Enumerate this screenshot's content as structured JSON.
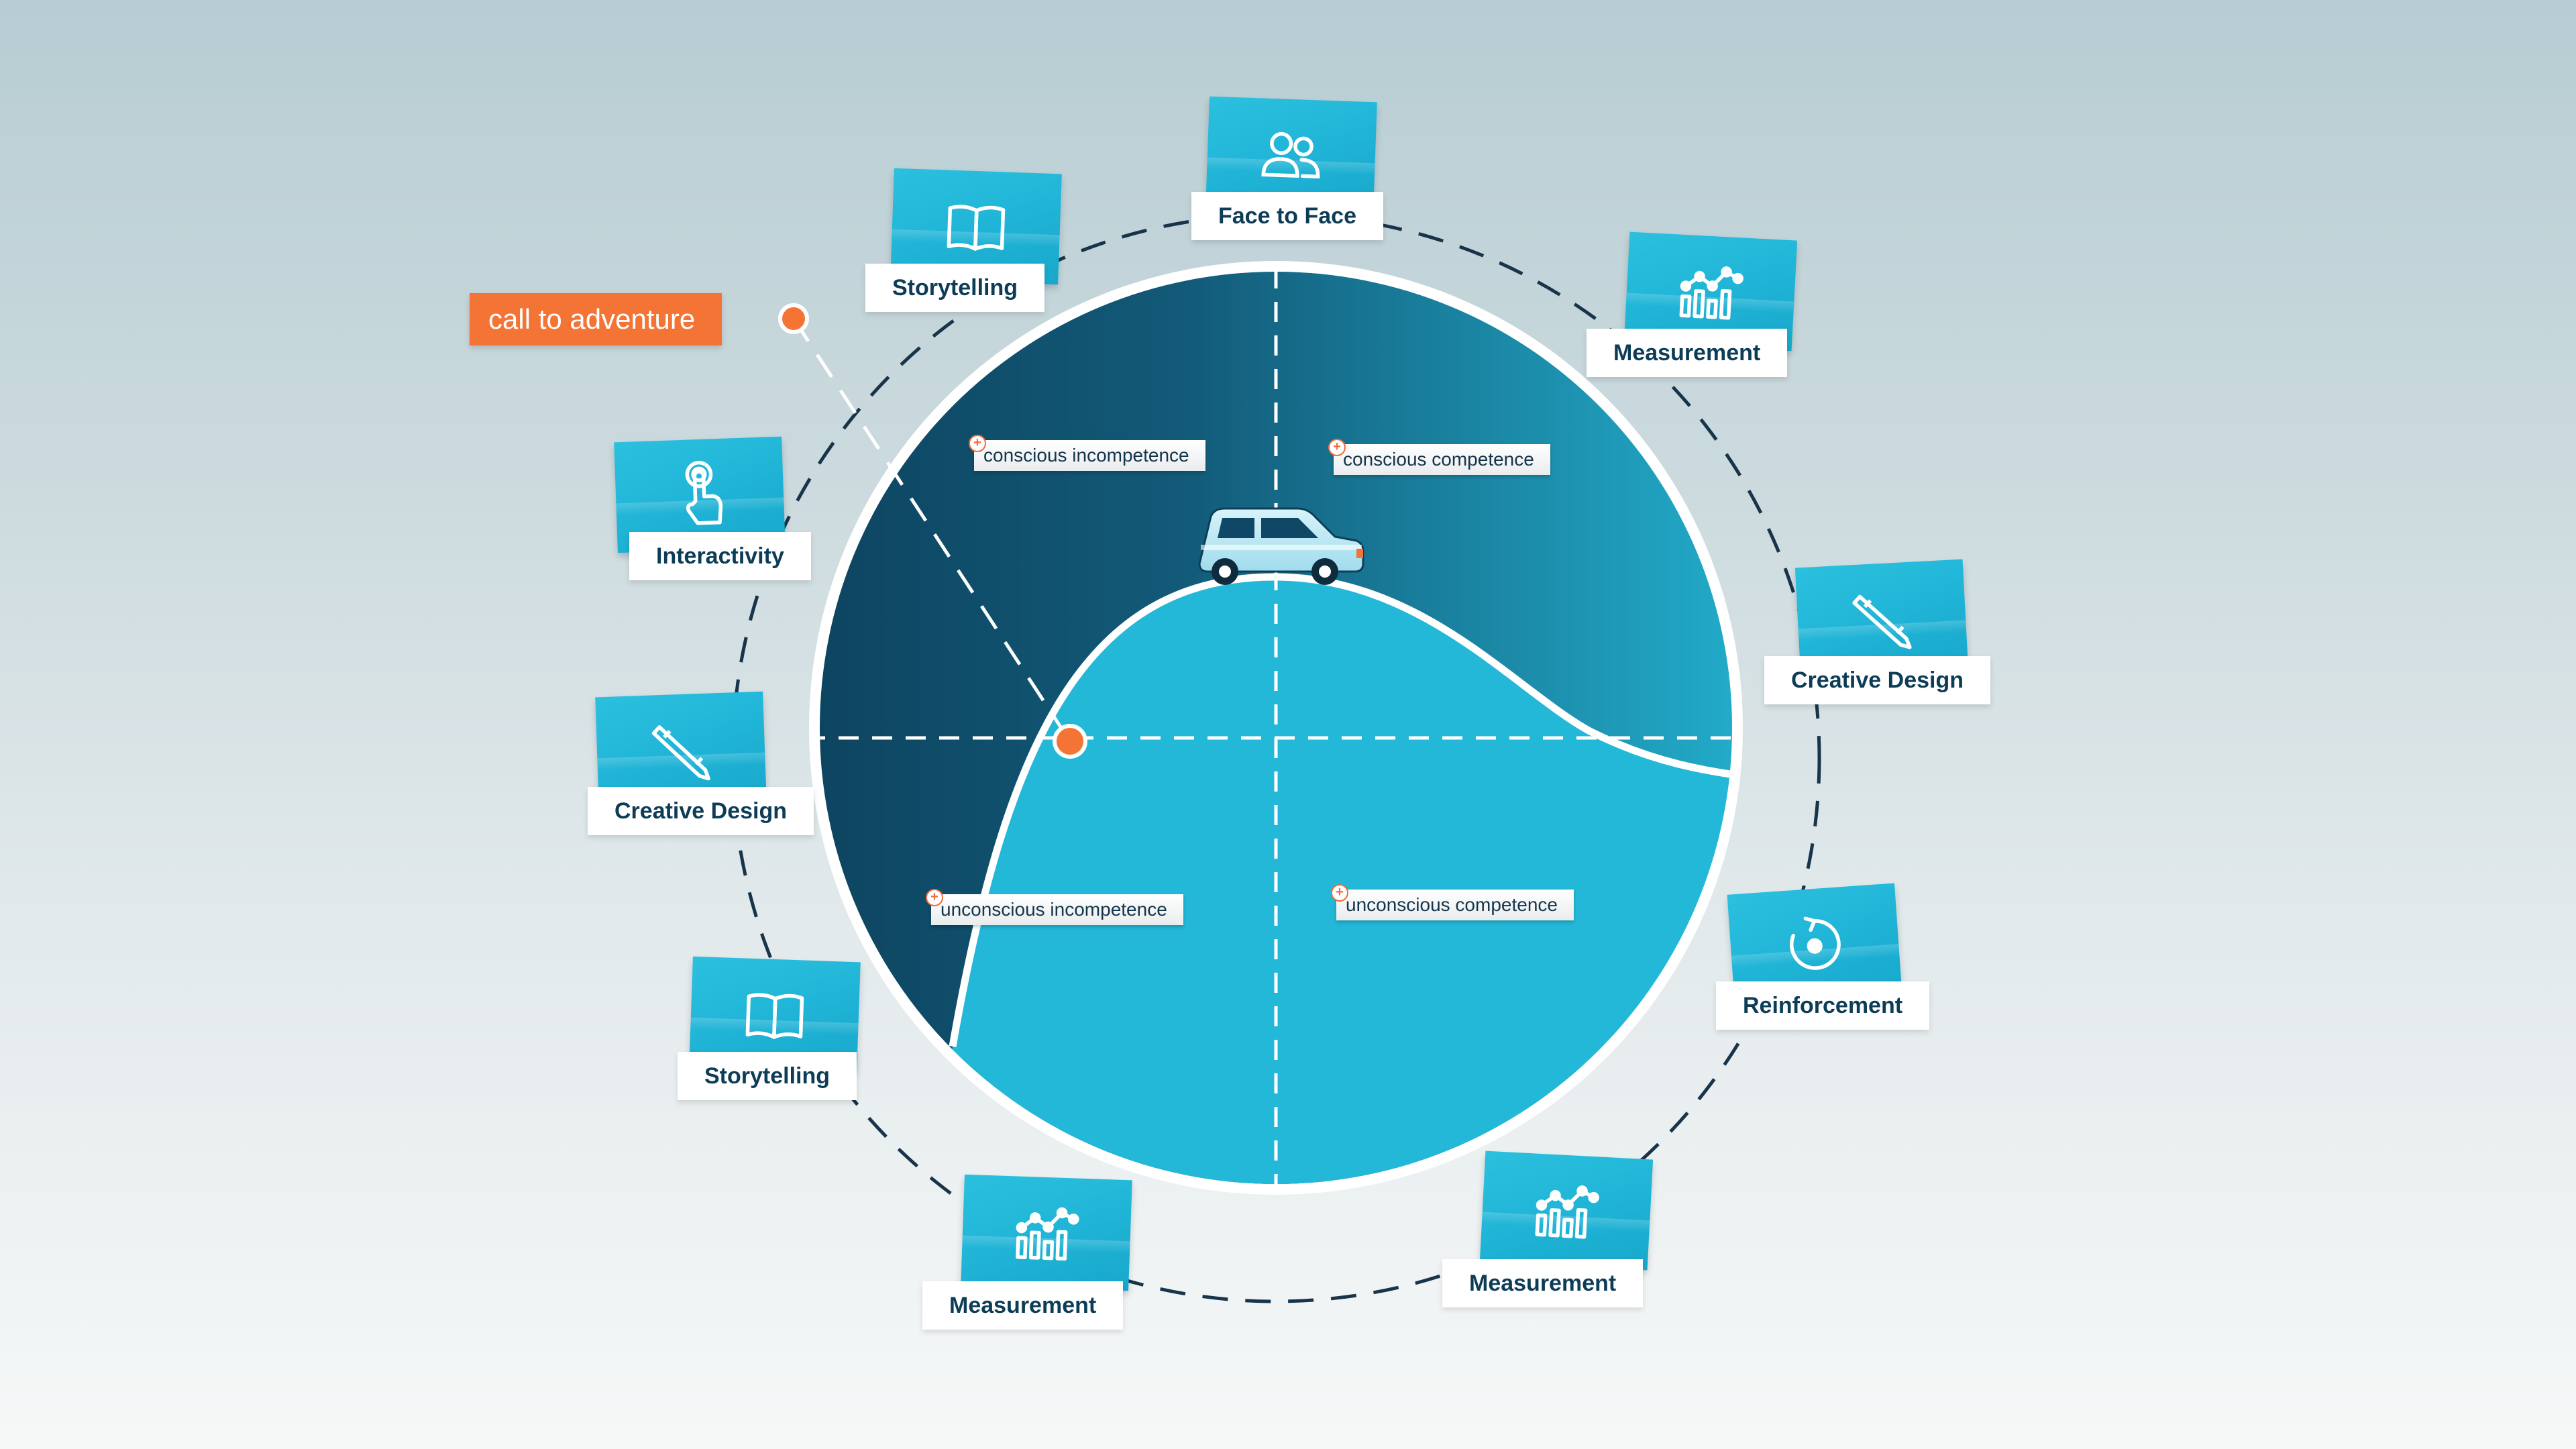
{
  "call_to_adventure": "call to adventure",
  "quadrants": {
    "top_left": "conscious incompetence",
    "top_right": "conscious competence",
    "bottom_left": "unconscious incompetence",
    "bottom_right": "unconscious competence"
  },
  "nodes": [
    {
      "label": "Face to Face",
      "icon": "people-icon"
    },
    {
      "label": "Storytelling",
      "icon": "book-icon"
    },
    {
      "label": "Measurement",
      "icon": "chart-icon"
    },
    {
      "label": "Interactivity",
      "icon": "pointer-hand-icon"
    },
    {
      "label": "Creative Design",
      "icon": "pencil-icon"
    },
    {
      "label": "Creative Design",
      "icon": "pencil-icon"
    },
    {
      "label": "Storytelling",
      "icon": "book-icon"
    },
    {
      "label": "Reinforcement",
      "icon": "refresh-icon"
    },
    {
      "label": "Measurement",
      "icon": "chart-icon"
    },
    {
      "label": "Measurement",
      "icon": "chart-icon"
    }
  ],
  "colors": {
    "navy": "#0f4766",
    "teal": "#22b8d6",
    "accent_orange": "#f47436",
    "orbit": "#17344a",
    "label_text": "#0d3c57"
  }
}
